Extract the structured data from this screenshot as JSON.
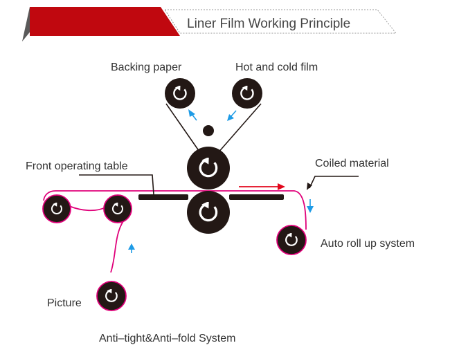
{
  "header": {
    "title": "Liner Film Working Principle",
    "accent_color": "#c0080f",
    "shade_color": "#5a5a5a"
  },
  "labels": {
    "backing_paper": "Backing paper",
    "hot_cold_film": "Hot and cold film",
    "front_table": "Front operating table",
    "coiled_material": "Coiled material",
    "auto_roll": "Auto roll up system",
    "picture": "Picture",
    "anti_tight": "Anti–tight&Anti–fold System"
  },
  "colors": {
    "material_path": "#e0007a",
    "flow_arrow_blue": "#1e9be6",
    "feed_arrow_red": "#e2061b",
    "roller": "#231815"
  },
  "icons": {
    "rotation": "rotation-arrow-icon"
  }
}
